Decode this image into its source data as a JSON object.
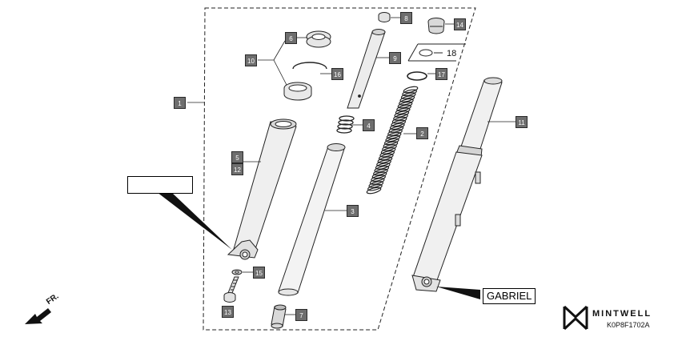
{
  "diagram": {
    "callouts": {
      "c1": "1",
      "c2": "2",
      "c3": "3",
      "c4": "4",
      "c5": "5",
      "c6": "6",
      "c7": "7",
      "c8": "8",
      "c9": "9",
      "c10": "10",
      "c11": "11",
      "c12": "12",
      "c13": "13",
      "c14": "14",
      "c15": "15",
      "c16": "16",
      "c17": "17"
    },
    "inline_part_18": "18",
    "brand_label": "GABRIEL",
    "direction_label": "FR.",
    "logo_text": "MINTWELL",
    "diagram_code": "K0P8F1702A",
    "blank_label": ""
  },
  "colors": {
    "callout_fill": "#6e6e6e",
    "line": "#1a1a1a",
    "part_shade": "#dedede"
  }
}
